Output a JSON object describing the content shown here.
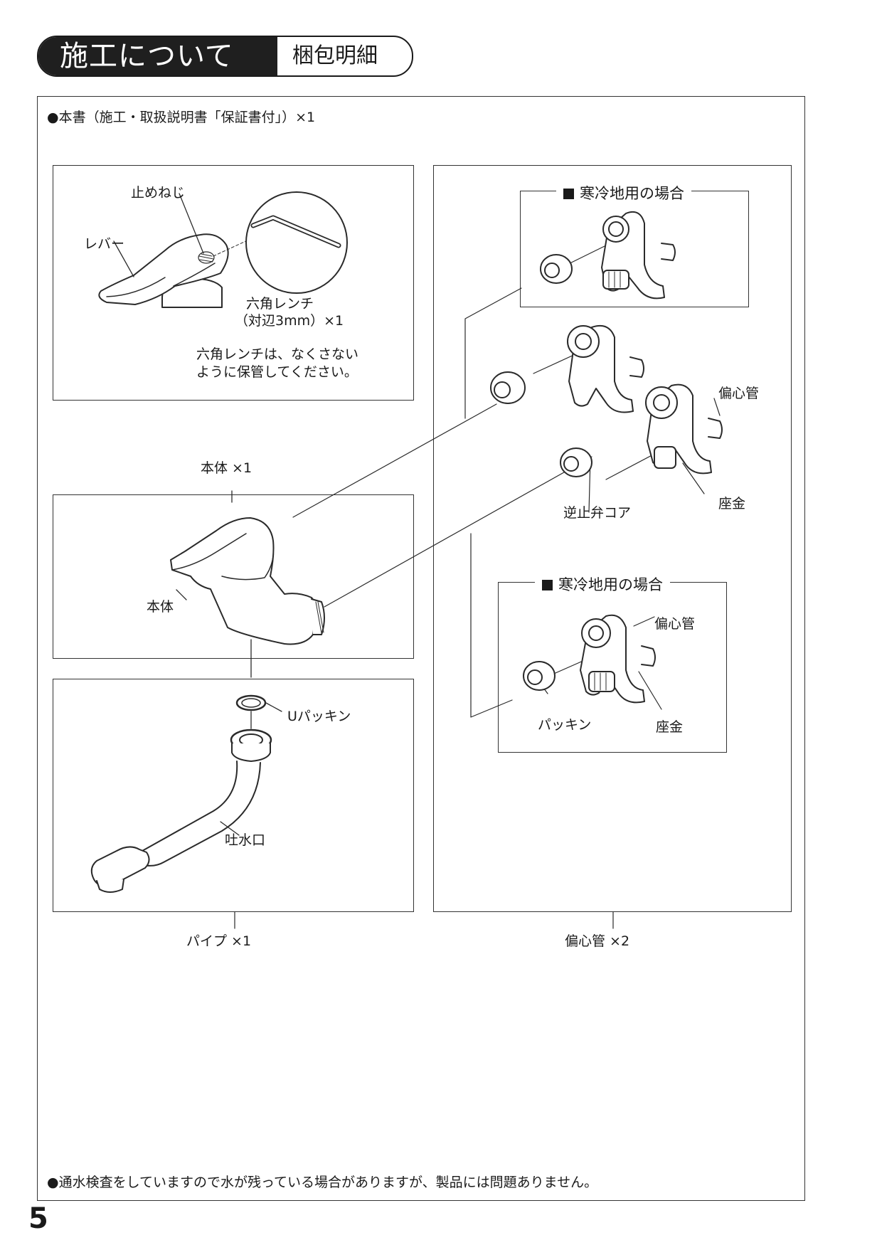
{
  "header": {
    "title": "施工について",
    "subtitle": "梱包明細"
  },
  "top_note": "●本書（施工・取扱説明書「保証書付」）×1",
  "bottom_note": "●通水検査をしていますので水が残っている場合がありますが、製品には問題ありません。",
  "page_number": "5",
  "lever_panel": {
    "stop_screw": "止めねじ",
    "lever": "レバー",
    "hex_wrench_1": "六角レンチ",
    "hex_wrench_2": "（対辺3mm）×1",
    "note_1": "六角レンチは、なくさない",
    "note_2": "ように保管してください。"
  },
  "body_panel": {
    "caption": "本体 ×1",
    "label": "本体"
  },
  "pipe_panel": {
    "u_packing": "Uパッキン",
    "spout": "吐水口",
    "caption": "パイプ ×1"
  },
  "eccentric_panel": {
    "caption": "偏心管 ×2",
    "eccentric_pipe": "偏心管",
    "washer": "座金",
    "check_valve_core": "逆止弁コア",
    "cold_region_1": {
      "title": "寒冷地用の場合"
    },
    "cold_region_2": {
      "title": "寒冷地用の場合",
      "eccentric_pipe": "偏心管",
      "packing": "パッキン",
      "washer": "座金"
    }
  }
}
